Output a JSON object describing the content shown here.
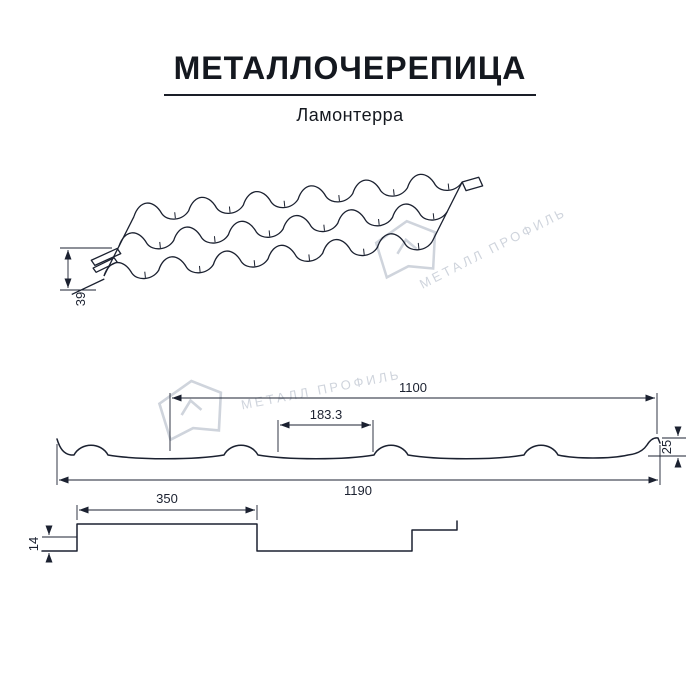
{
  "header": {
    "title": "МЕТАЛЛОЧЕРЕПИЦА",
    "subtitle": "Ламонтерра"
  },
  "watermark": {
    "text": "МЕТАЛЛ ПРОФИЛЬ"
  },
  "colors": {
    "line": "#1b2130",
    "watermark": "#c7cdd7"
  },
  "dimensions": {
    "perspective_height": "39",
    "cover_width": "1100",
    "wave_pitch": "183.3",
    "profile_height": "25",
    "full_width": "1190",
    "step_length": "350",
    "step_height": "14"
  }
}
